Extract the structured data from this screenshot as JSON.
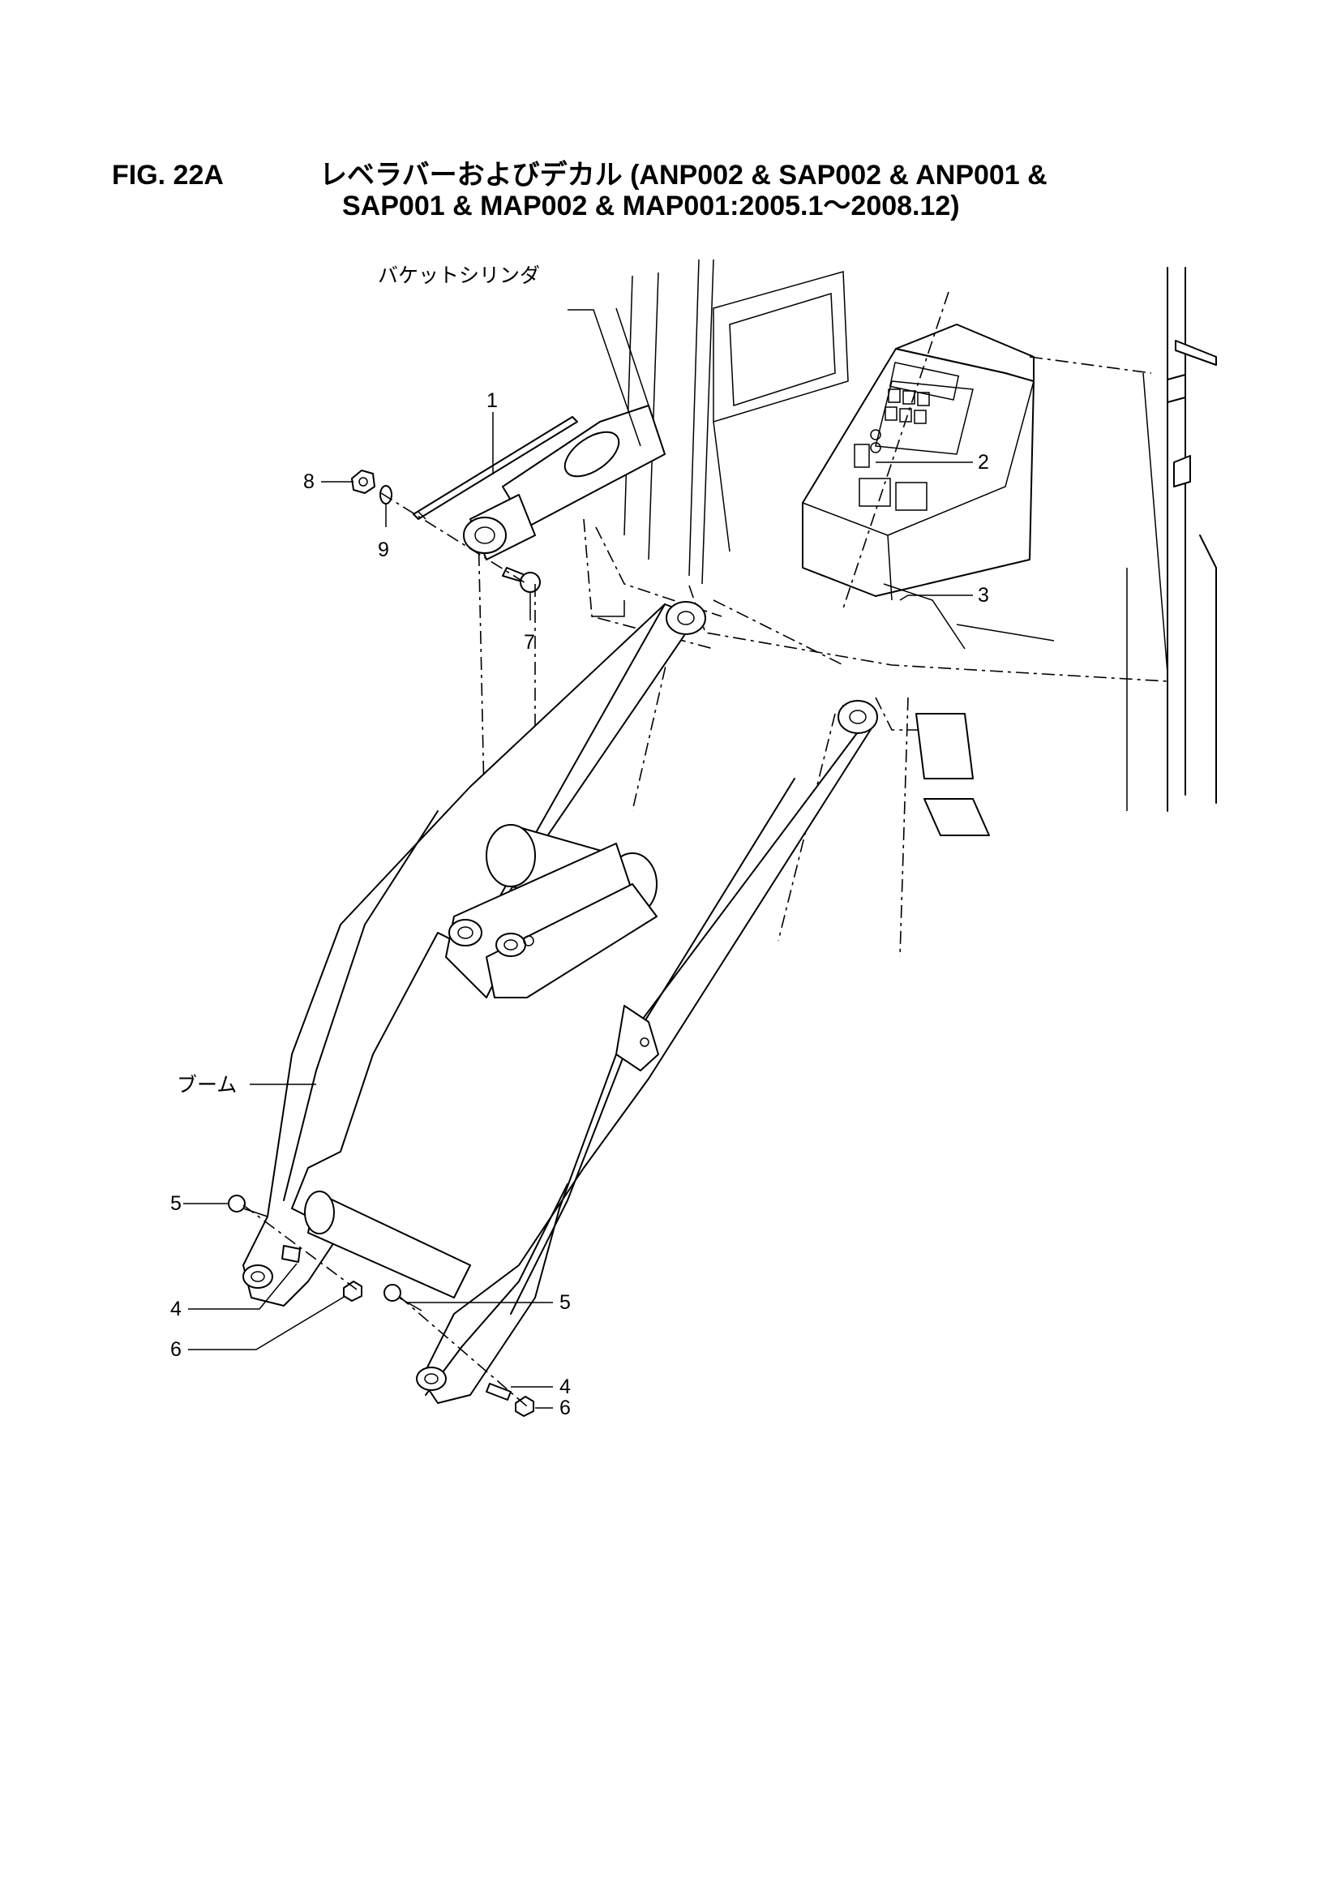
{
  "title": {
    "figure": "FIG. 22A",
    "line1": "レベラバーおよびデカル (ANP002 & SAP002 & ANP001 &",
    "line2": "SAP001 & MAP002 & MAP001:2005.1～2008.12)"
  },
  "labels": {
    "bucket_cylinder": "バケットシリンダ",
    "boom": "ブーム"
  },
  "callouts": {
    "p1": "1",
    "p2": "2",
    "p3": "3",
    "p4a": "4",
    "p4b": "4",
    "p5a": "5",
    "p5b": "5",
    "p6a": "6",
    "p6b": "6",
    "p7": "7",
    "p8": "8",
    "p9": "9"
  }
}
